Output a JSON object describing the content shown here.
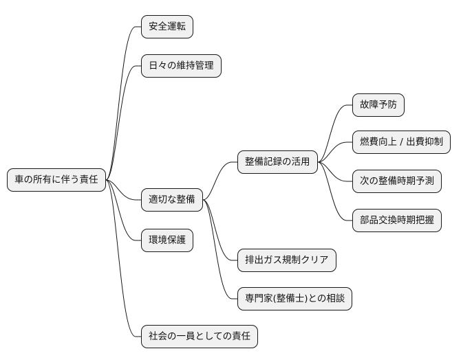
{
  "mindmap": {
    "root": "車の所有に伴う責任",
    "children": [
      {
        "label": "安全運転"
      },
      {
        "label": "日々の維持管理"
      },
      {
        "label": "適切な整備",
        "children": [
          {
            "label": "整備記録の活用",
            "children": [
              {
                "label": "故障予防"
              },
              {
                "label": "燃費向上 / 出費抑制"
              },
              {
                "label": "次の整備時期予測"
              },
              {
                "label": "部品交換時期把握"
              }
            ]
          },
          {
            "label": "排出ガス規制クリア"
          },
          {
            "label": "専門家(整備士)との相談"
          }
        ]
      },
      {
        "label": "環境保護"
      },
      {
        "label": "社会の一員としての責任"
      }
    ]
  },
  "colors": {
    "node_fill": "#f1f1f1",
    "node_border": "#181818",
    "line": "#181818",
    "text": "#111111"
  }
}
